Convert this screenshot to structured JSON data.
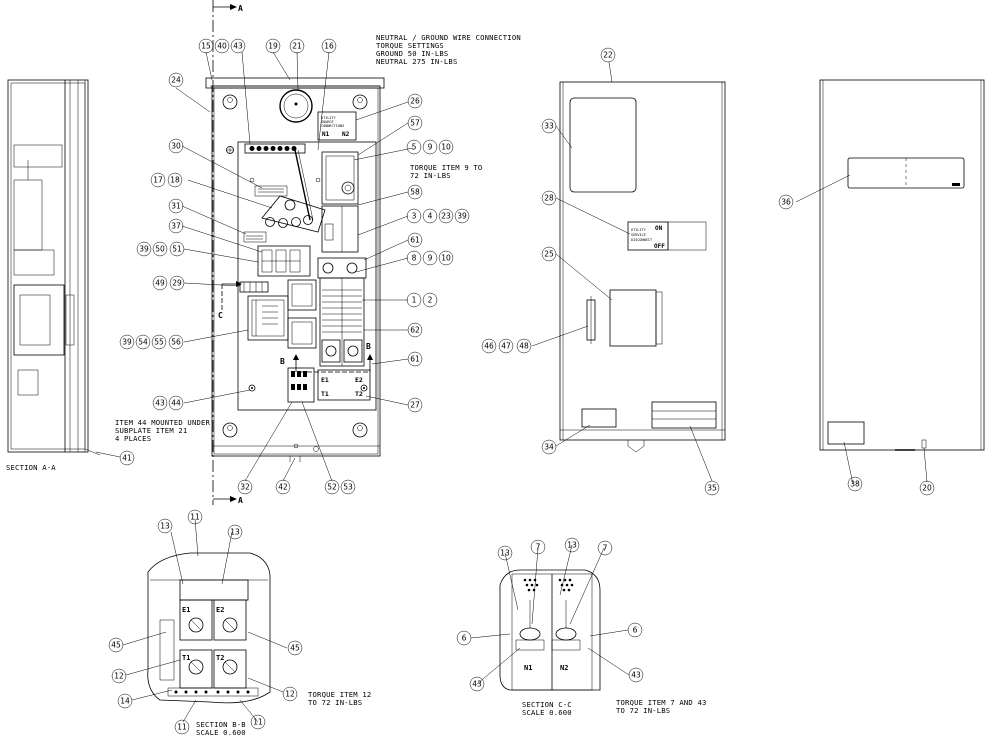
{
  "notes": {
    "neutral_ground": [
      "NEUTRAL / GROUND WIRE CONNECTION",
      "TORQUE SETTINGS",
      "GROUND 50 IN-LBS",
      "NEUTRAL 275 IN-LBS"
    ],
    "torque_9": [
      "TORQUE ITEM 9 TO",
      "72 IN-LBS"
    ],
    "item44": [
      "ITEM 44 MOUNTED UNDER",
      "SUBPLATE ITEM 21",
      "4 PLACES"
    ],
    "section_aa": "SECTION   A-A",
    "section_bb": [
      "SECTION   B-B",
      "SCALE   0.600"
    ],
    "section_cc": [
      "SECTION   C-C",
      "SCALE   0.600"
    ],
    "torque_12": [
      "TORQUE ITEM 12",
      "TO 72 IN-LBS"
    ],
    "torque_7_43": [
      "TORQUE ITEM 7 AND 43",
      "TO 72 IN-LBS"
    ]
  },
  "section_letters": {
    "a": "A",
    "b": "B",
    "c": "C"
  },
  "panel_labels": {
    "utility_n": [
      "UTILITY",
      "SOURCE",
      "CONNECTIONS"
    ],
    "n1": "N1",
    "n2": "N2",
    "e1": "E1",
    "e2": "E2",
    "t1": "T1",
    "t2": "T2",
    "on": "ON",
    "off": "OFF",
    "disconnect": [
      "UTILITY",
      "SERVICE",
      "DISCONNECT"
    ],
    "cc_n1": "N1",
    "cc_n2": "N2"
  },
  "bubbles": [
    {
      "id": "b15",
      "t": "15"
    },
    {
      "id": "b40",
      "t": "40"
    },
    {
      "id": "b43a",
      "t": "43"
    },
    {
      "id": "b19",
      "t": "19"
    },
    {
      "id": "b21",
      "t": "21"
    },
    {
      "id": "b16",
      "t": "16"
    },
    {
      "id": "b24",
      "t": "24"
    },
    {
      "id": "b26",
      "t": "26"
    },
    {
      "id": "b57",
      "t": "57"
    },
    {
      "id": "b30",
      "t": "30"
    },
    {
      "id": "b5",
      "t": "5"
    },
    {
      "id": "b9a",
      "t": "9"
    },
    {
      "id": "b10a",
      "t": "10"
    },
    {
      "id": "b17",
      "t": "17"
    },
    {
      "id": "b18",
      "t": "18"
    },
    {
      "id": "b58",
      "t": "58"
    },
    {
      "id": "b31",
      "t": "31"
    },
    {
      "id": "b3",
      "t": "3"
    },
    {
      "id": "b4",
      "t": "4"
    },
    {
      "id": "b23",
      "t": "23"
    },
    {
      "id": "b39a",
      "t": "39"
    },
    {
      "id": "b37",
      "t": "37"
    },
    {
      "id": "b61a",
      "t": "61"
    },
    {
      "id": "b39b",
      "t": "39"
    },
    {
      "id": "b50",
      "t": "50"
    },
    {
      "id": "b51",
      "t": "51"
    },
    {
      "id": "b8",
      "t": "8"
    },
    {
      "id": "b9b",
      "t": "9"
    },
    {
      "id": "b10b",
      "t": "10"
    },
    {
      "id": "b49",
      "t": "49"
    },
    {
      "id": "b29",
      "t": "29"
    },
    {
      "id": "b1",
      "t": "1"
    },
    {
      "id": "b2",
      "t": "2"
    },
    {
      "id": "b62",
      "t": "62"
    },
    {
      "id": "b39c",
      "t": "39"
    },
    {
      "id": "b54",
      "t": "54"
    },
    {
      "id": "b55",
      "t": "55"
    },
    {
      "id": "b56",
      "t": "56"
    },
    {
      "id": "b61b",
      "t": "61"
    },
    {
      "id": "b43b",
      "t": "43"
    },
    {
      "id": "b44",
      "t": "44"
    },
    {
      "id": "b27",
      "t": "27"
    },
    {
      "id": "b41",
      "t": "41"
    },
    {
      "id": "b32",
      "t": "32"
    },
    {
      "id": "b42",
      "t": "42"
    },
    {
      "id": "b52",
      "t": "52"
    },
    {
      "id": "b53",
      "t": "53"
    },
    {
      "id": "b22",
      "t": "22"
    },
    {
      "id": "b33",
      "t": "33"
    },
    {
      "id": "b28",
      "t": "28"
    },
    {
      "id": "b25",
      "t": "25"
    },
    {
      "id": "b46",
      "t": "46"
    },
    {
      "id": "b47",
      "t": "47"
    },
    {
      "id": "b48",
      "t": "48"
    },
    {
      "id": "b34",
      "t": "34"
    },
    {
      "id": "b35",
      "t": "35"
    },
    {
      "id": "b36",
      "t": "36"
    },
    {
      "id": "b38",
      "t": "38"
    },
    {
      "id": "b20",
      "t": "20"
    },
    {
      "id": "b13a",
      "t": "13"
    },
    {
      "id": "b11a",
      "t": "11"
    },
    {
      "id": "b13b",
      "t": "13"
    },
    {
      "id": "b45a",
      "t": "45"
    },
    {
      "id": "b45b",
      "t": "45"
    },
    {
      "id": "b12a",
      "t": "12"
    },
    {
      "id": "b12b",
      "t": "12"
    },
    {
      "id": "b14",
      "t": "14"
    },
    {
      "id": "b11b",
      "t": "11"
    },
    {
      "id": "b11c",
      "t": "11"
    },
    {
      "id": "b13c",
      "t": "13"
    },
    {
      "id": "b7a",
      "t": "7"
    },
    {
      "id": "b13d",
      "t": "13"
    },
    {
      "id": "b7b",
      "t": "7"
    },
    {
      "id": "b6a",
      "t": "6"
    },
    {
      "id": "b6b",
      "t": "6"
    },
    {
      "id": "b43c",
      "t": "43"
    },
    {
      "id": "b43d",
      "t": "43"
    }
  ]
}
